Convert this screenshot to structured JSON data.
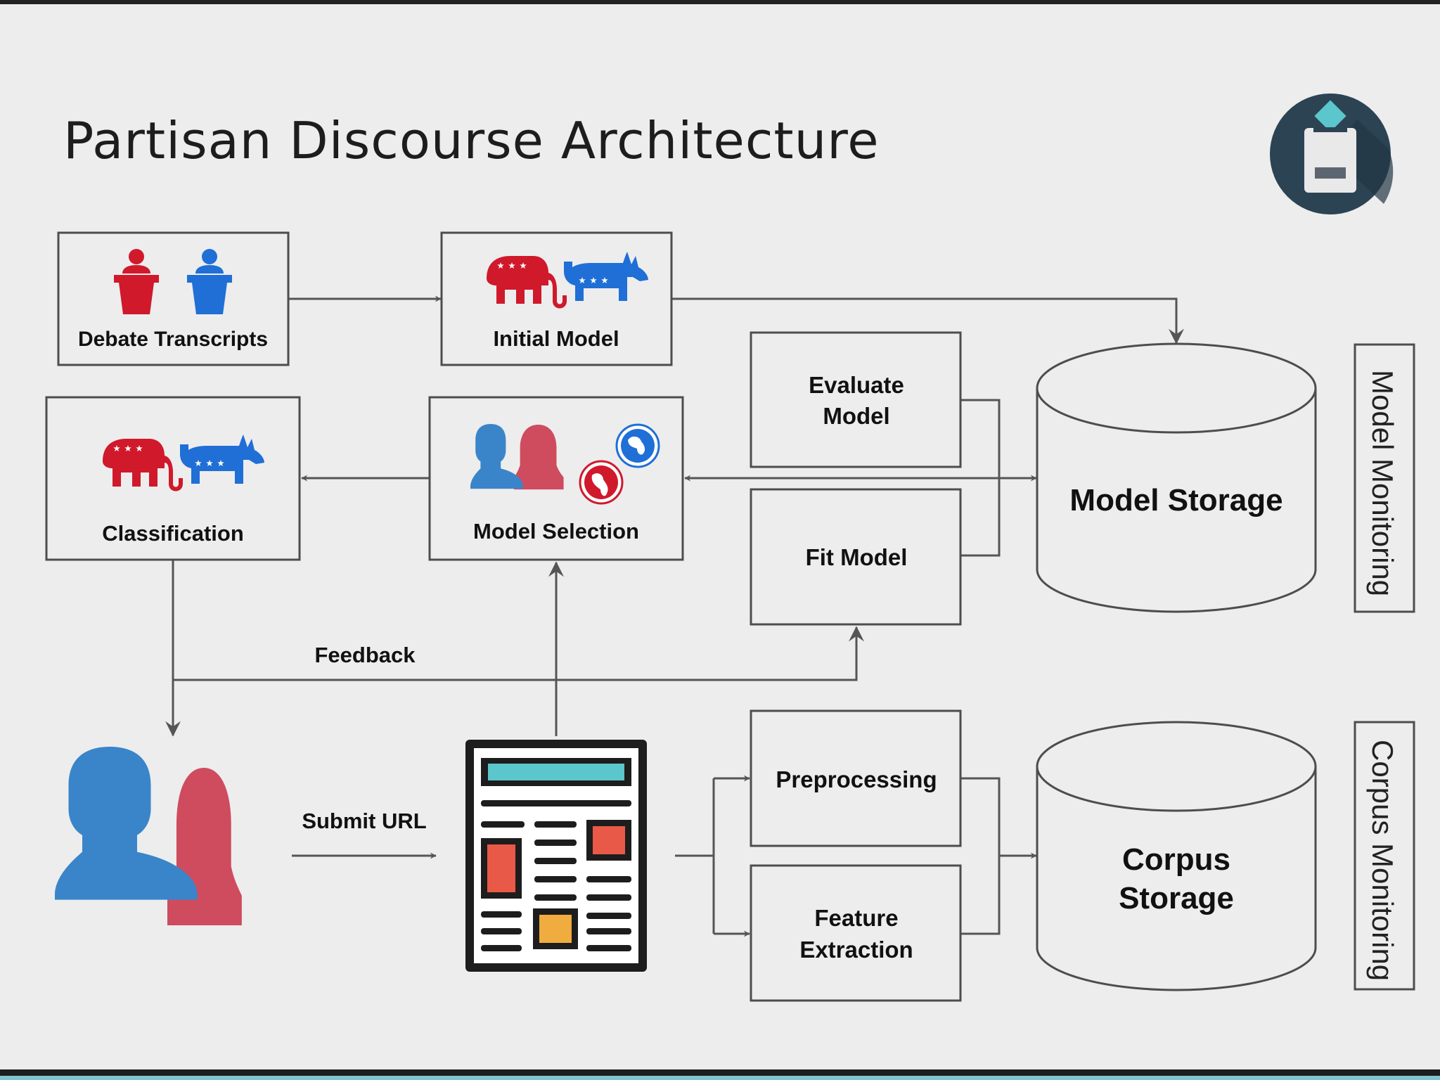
{
  "title": "Partisan Discourse Architecture",
  "nodes": {
    "debate_transcripts": "Debate Transcripts",
    "initial_model": "Initial Model",
    "classification": "Classification",
    "model_selection": "Model Selection",
    "evaluate_model_line1": "Evaluate",
    "evaluate_model_line2": "Model",
    "fit_model": "Fit Model",
    "model_storage": "Model Storage",
    "preprocessing": "Preprocessing",
    "feature_extraction_line1": "Feature",
    "feature_extraction_line2": "Extraction",
    "corpus_storage_line1": "Corpus",
    "corpus_storage_line2": "Storage"
  },
  "edge_labels": {
    "feedback": "Feedback",
    "submit_url": "Submit URL"
  },
  "side_labels": {
    "model_monitoring": "Model Monitoring",
    "corpus_monitoring": "Corpus Monitoring"
  },
  "icons": {
    "logo": "ballot-box-icon",
    "republican": "elephant-icon",
    "democrat": "donkey-icon",
    "speakers": "podium-speaker-icon",
    "users": "users-icon",
    "globe": "globe-icon",
    "document": "newspaper-icon"
  },
  "colors": {
    "republican_red": "#d0192b",
    "democrat_blue": "#1f6fd6",
    "user_blue": "#3a85c9",
    "user_red": "#cf4b5e",
    "logo_bg": "#2c4354",
    "teal": "#5bc6cc"
  }
}
